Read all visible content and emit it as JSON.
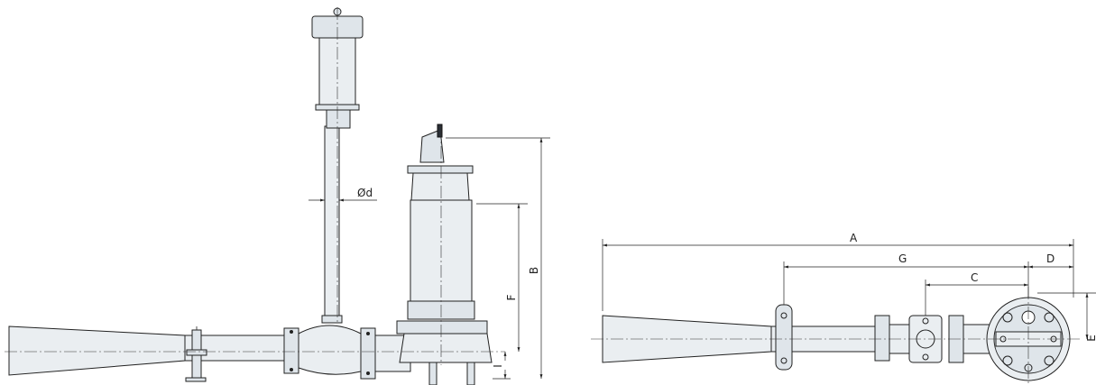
{
  "side_view": {
    "dim_labels": {
      "diameter": "Ød",
      "height_total": "B",
      "height_body": "F",
      "height_base": "I"
    }
  },
  "plan_view": {
    "dim_labels": {
      "overall_length": "A",
      "length_g": "G",
      "length_c": "C",
      "length_d": "D",
      "width_e": "E"
    }
  }
}
